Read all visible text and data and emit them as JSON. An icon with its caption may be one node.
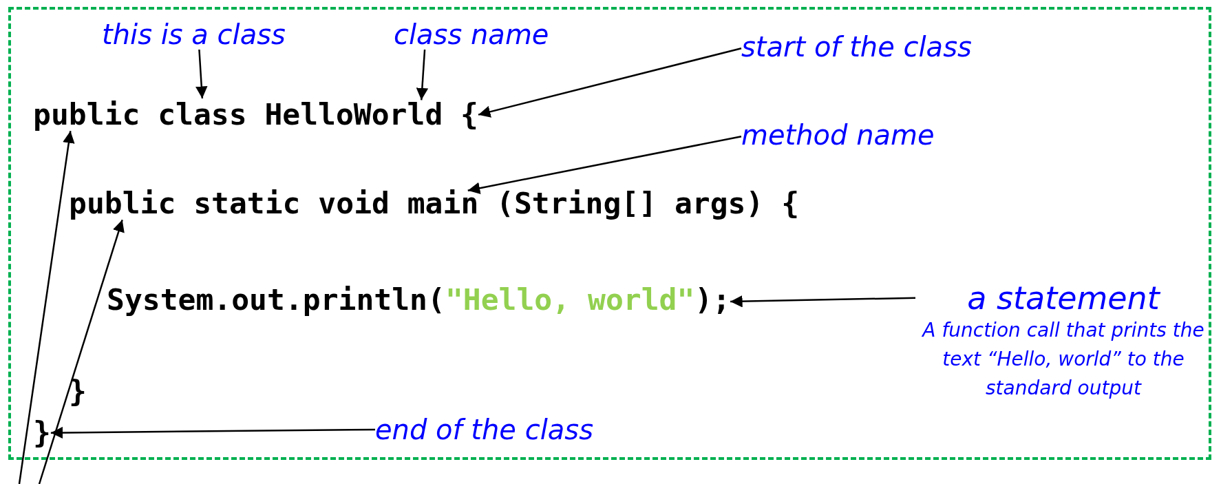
{
  "diagram": {
    "nodes": [
      {
        "text": [
          "this is a class"
        ]
      },
      {
        "text": [
          "class name"
        ]
      },
      {
        "text": [
          "start of the class"
        ]
      },
      {
        "text": [
          "method name"
        ]
      },
      {
        "text": [
          "a statement",
          "A function call that prints the text “Hello, world” to the standard output"
        ]
      },
      {
        "text": [
          "end of the class"
        ]
      },
      {
        "text": [
          "public"
        ]
      },
      {
        "text": [
          "class"
        ]
      },
      {
        "text": [
          "HelloWorld"
        ]
      },
      {
        "text": [
          "{"
        ]
      },
      {
        "text": [
          "public"
        ]
      },
      {
        "text": [
          "main"
        ]
      },
      {
        "text": [
          "System.out.println(",
          "\"Hello, world\"",
          ");"
        ]
      },
      {
        "text": [
          "}"
        ]
      }
    ],
    "edges": [
      {
        "from": 0,
        "to": 7,
        "arrow": "to"
      },
      {
        "from": 1,
        "to": 8,
        "arrow": "to"
      },
      {
        "from": 2,
        "to": 9,
        "arrow": "to"
      },
      {
        "from": 3,
        "to": 11,
        "arrow": "to"
      },
      {
        "from": 4,
        "to": 12,
        "arrow": "to"
      },
      {
        "from": 5,
        "to": 13,
        "arrow": "to"
      },
      {
        "from": null,
        "to": 6,
        "arrow": "to"
      },
      {
        "from": null,
        "to": 10,
        "arrow": "to"
      }
    ],
    "labels": [
      "static void",
      "(String[] args) {",
      "}"
    ]
  }
}
